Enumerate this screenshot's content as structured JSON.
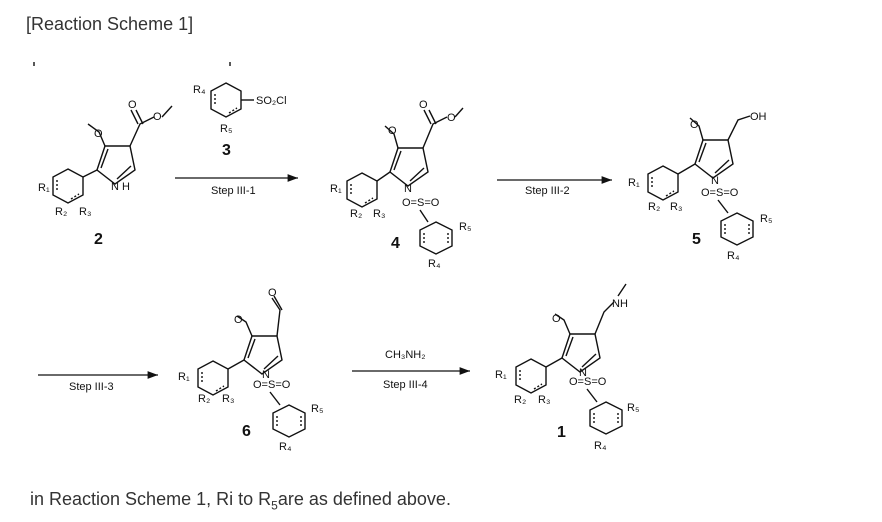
{
  "title": "[Reaction Scheme 1]",
  "caption_pre": "in Reaction Scheme 1, Ri to R",
  "caption_sub": "5",
  "caption_post": "are as defined above.",
  "compounds": {
    "c2": "2",
    "c3": "3",
    "c4": "4",
    "c5": "5",
    "c6": "6",
    "c1": "1"
  },
  "steps": {
    "s1": "Step III-1",
    "s2": "Step III-2",
    "s3": "Step III-3",
    "s4": "Step III-4"
  },
  "reagents": {
    "sulfonyl_chloride": "SO₂Cl",
    "methylamine": "CH₃NH₂"
  },
  "atoms": {
    "R1": "R₁",
    "R2": "R₂",
    "R3": "R₃",
    "R4": "R₄",
    "R5": "R₅",
    "N": "N",
    "NH": "NH",
    "H": "H",
    "O": "O",
    "OH": "OH",
    "S": "S"
  }
}
